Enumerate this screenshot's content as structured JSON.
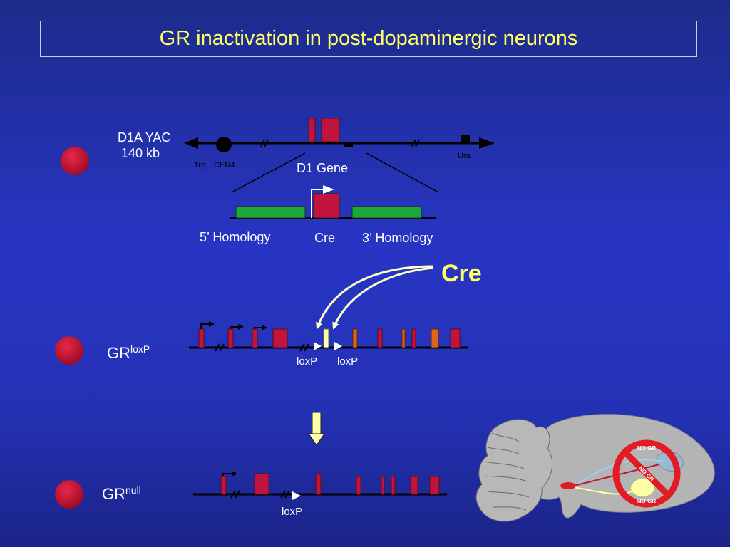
{
  "title": "GR inactivation in post-dopaminergic neurons",
  "yac": {
    "name": "D1A YAC",
    "size": "140 kb",
    "trp": "Trp",
    "cen4": "CEN4",
    "ura": "Ura",
    "gene_label": "D1 Gene"
  },
  "construct": {
    "homology5": "5’ Homology",
    "cre": "Cre",
    "homology3": "3’ Homology"
  },
  "cre_big": "Cre",
  "grloxp": {
    "base": "GR",
    "sup": "loxP",
    "loxp_left": "loxP",
    "loxp_right": "loxP"
  },
  "grnull": {
    "base": "GR",
    "sup": "null",
    "loxp": "loxP"
  },
  "brain": {
    "no_gr_top": "NO GR",
    "no_gr_mid": "NO GR",
    "no_gr_bottom": "NO GR"
  },
  "colors": {
    "exon": "#c0143c",
    "homology": "#1ea83a",
    "orange_exon": "#e06418",
    "title": "#ffff66",
    "cre_label": "#ffff66",
    "no_sign": "#e21c24",
    "brain": "#b4b4b4"
  }
}
